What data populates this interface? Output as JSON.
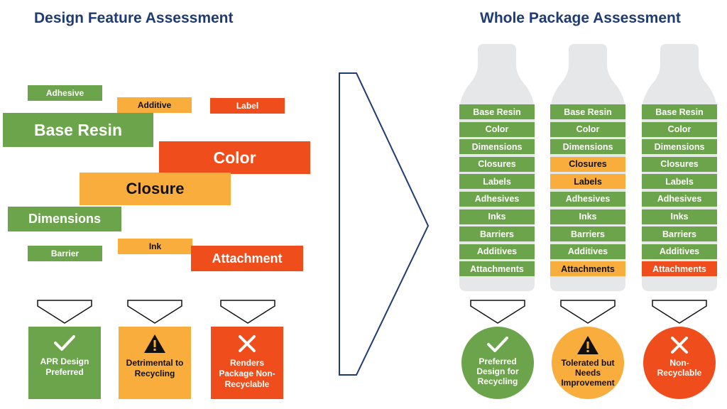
{
  "left_heading": "Design Feature Assessment",
  "right_heading": "Whole Package Assessment",
  "colors": {
    "green": "#6ba44a",
    "orange": "#f8ad3c",
    "red": "#ef4e1c",
    "navy": "#1f3b73",
    "bottle": "#e6e7e8"
  },
  "features": [
    {
      "label": "Adhesive",
      "status": "green"
    },
    {
      "label": "Additive",
      "status": "orange"
    },
    {
      "label": "Label",
      "status": "red"
    },
    {
      "label": "Base Resin",
      "status": "green"
    },
    {
      "label": "Color",
      "status": "red"
    },
    {
      "label": "Closure",
      "status": "orange"
    },
    {
      "label": "Dimensions",
      "status": "green"
    },
    {
      "label": "Ink",
      "status": "orange"
    },
    {
      "label": "Barrier",
      "status": "green"
    },
    {
      "label": "Attachment",
      "status": "red"
    }
  ],
  "left_results": [
    {
      "label": "APR Design Preferred",
      "icon": "check-icon",
      "status": "green"
    },
    {
      "label": "Detrimental to Recycling",
      "icon": "warning-icon",
      "status": "orange"
    },
    {
      "label": "Renders Package Non-Recyclable",
      "icon": "x-icon",
      "status": "red"
    }
  ],
  "bottles": [
    {
      "rows": [
        {
          "label": "Base Resin",
          "status": "green"
        },
        {
          "label": "Color",
          "status": "green"
        },
        {
          "label": "Dimensions",
          "status": "green"
        },
        {
          "label": "Closures",
          "status": "green"
        },
        {
          "label": "Labels",
          "status": "green"
        },
        {
          "label": "Adhesives",
          "status": "green"
        },
        {
          "label": "Inks",
          "status": "green"
        },
        {
          "label": "Barriers",
          "status": "green"
        },
        {
          "label": "Additives",
          "status": "green"
        },
        {
          "label": "Attachments",
          "status": "green"
        }
      ]
    },
    {
      "rows": [
        {
          "label": "Base Resin",
          "status": "green"
        },
        {
          "label": "Color",
          "status": "green"
        },
        {
          "label": "Dimensions",
          "status": "green"
        },
        {
          "label": "Closures",
          "status": "orange"
        },
        {
          "label": "Labels",
          "status": "orange"
        },
        {
          "label": "Adhesives",
          "status": "green"
        },
        {
          "label": "Inks",
          "status": "green"
        },
        {
          "label": "Barriers",
          "status": "green"
        },
        {
          "label": "Additives",
          "status": "green"
        },
        {
          "label": "Attachments",
          "status": "orange"
        }
      ]
    },
    {
      "rows": [
        {
          "label": "Base Resin",
          "status": "green"
        },
        {
          "label": "Color",
          "status": "green"
        },
        {
          "label": "Dimensions",
          "status": "green"
        },
        {
          "label": "Closures",
          "status": "green"
        },
        {
          "label": "Labels",
          "status": "green"
        },
        {
          "label": "Adhesives",
          "status": "green"
        },
        {
          "label": "Inks",
          "status": "green"
        },
        {
          "label": "Barriers",
          "status": "green"
        },
        {
          "label": "Additives",
          "status": "green"
        },
        {
          "label": "Attachments",
          "status": "red"
        }
      ]
    }
  ],
  "right_results": [
    {
      "label": "Preferred Design for Recycling",
      "icon": "check-icon",
      "status": "green"
    },
    {
      "label": "Tolerated but Needs Improvement",
      "icon": "warning-icon",
      "status": "orange"
    },
    {
      "label": "Non-Recyclable",
      "icon": "x-icon",
      "status": "red"
    }
  ]
}
